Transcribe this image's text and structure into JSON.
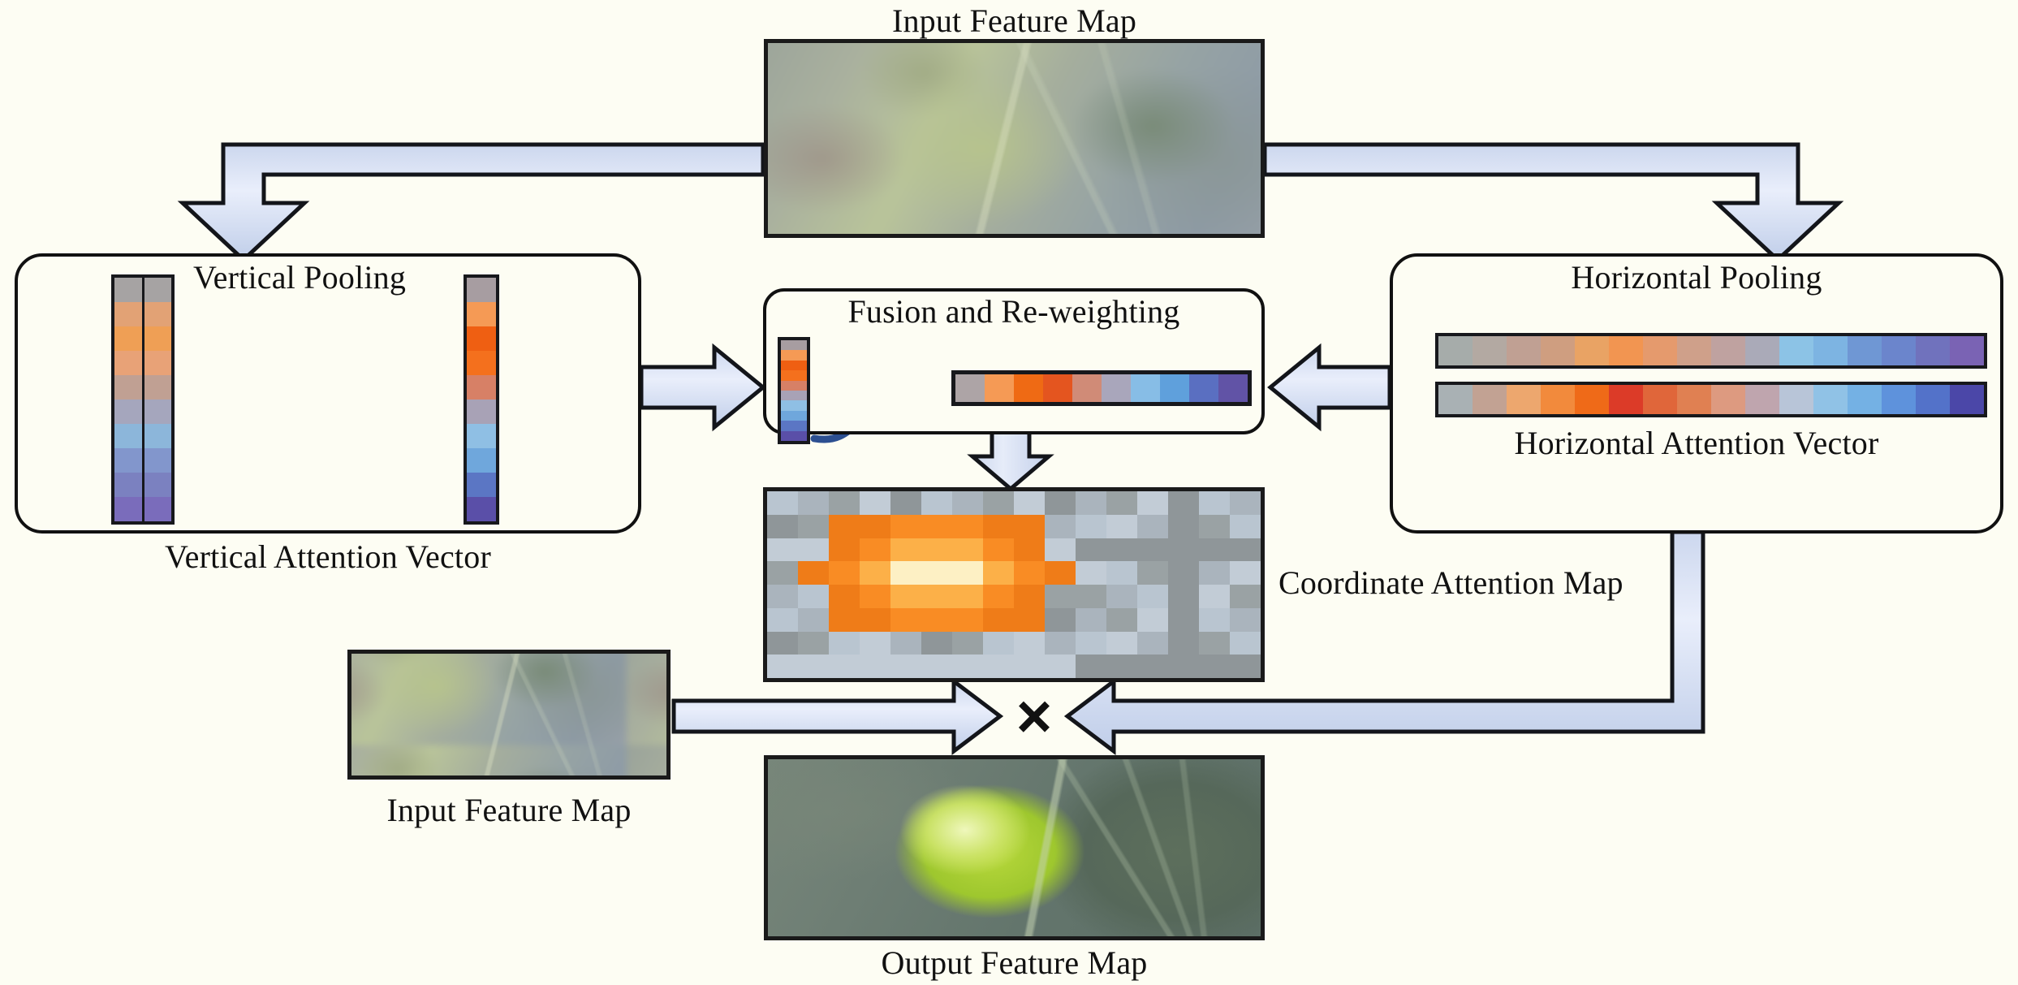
{
  "background_color": "#fdfdf3",
  "diagram": {
    "title_top": "Input Feature Map",
    "labels": {
      "input_feature_map_top": "Input Feature Map",
      "vertical_pooling": "Vertical Pooling",
      "vertical_attention_vector": "Vertical Attention Vector",
      "fusion_and_reweighting": "Fusion and Re-weighting",
      "horizontal_pooling": "Horizontal Pooling",
      "horizontal_attention_vector": "Horizontal Attention Vector",
      "coordinate_attention_map": "Coordinate Attention Map",
      "input_feature_map_bottom": "Input Feature Map",
      "output_feature_map": "Output Feature Map",
      "multiply_symbol": "×"
    },
    "colors": {
      "arrow_fill_light": "#dde5f5",
      "arrow_fill_dark": "#b9c6e2",
      "arrow_stroke": "#13151a",
      "panel_stroke": "#111111",
      "image_border": "#1a1a1a",
      "curve_top": "#6b3b3b",
      "curve_bottom": "#2c4f91",
      "sigmoid_fill": "#dcdcdc",
      "text": "#111111"
    },
    "vertical_attention_vector_colors": [
      "#a79da1",
      "#f59a55",
      "#ef5f12",
      "#f4701d",
      "#d78066",
      "#a8a2b6",
      "#8fbfe4",
      "#6fa7dc",
      "#5b76c4",
      "#5a4fa8"
    ],
    "pooling_input_strip_colors": [
      "#a6a3a3",
      "#e2a275",
      "#ef9f55",
      "#e8a277",
      "#c0a093",
      "#a5a6bd",
      "#8cb6da",
      "#8296cc",
      "#7b81c0",
      "#7a6cbb"
    ],
    "fusion_output_vector_colors": [
      "#ada4a6",
      "#f59a55",
      "#ef6a14",
      "#e4551f",
      "#d08b77",
      "#a9a6bb",
      "#87bde6",
      "#5fa0dc",
      "#5a6fc1",
      "#6153a6"
    ],
    "horizontal_pooling_bar_top_colors": [
      "#a6acaa",
      "#b3a9a2",
      "#c0a093",
      "#cf9e80",
      "#e9a364",
      "#f29551",
      "#e59a6d",
      "#cfa08a",
      "#bfa2a0",
      "#aaaab8",
      "#8cc3e6",
      "#7db4e2",
      "#6f97d4",
      "#6b85cc",
      "#7072bd",
      "#7a63b4"
    ],
    "horizontal_pooling_bar_bottom_colors": [
      "#a9b1b4",
      "#c2a293",
      "#eda76e",
      "#f28a3c",
      "#ef6a18",
      "#dc3b28",
      "#e0663a",
      "#e08052",
      "#dd9a80",
      "#bfa5ae",
      "#b8c5d8",
      "#90c2e6",
      "#74b1e4",
      "#5e92dc",
      "#5372c9",
      "#4b47a8"
    ],
    "coordinate_attention_map": {
      "rows": 8,
      "cols": 16,
      "hot_center_col": 5,
      "hot_center_row": 3,
      "base_colors": [
        "#b9c5d0",
        "#9aa2a4",
        "#8f9699",
        "#aab4bd",
        "#c2ccd6"
      ],
      "hot_colors": [
        "#fdf0c4",
        "#fcb048",
        "#f98c24",
        "#ef7c18"
      ]
    },
    "connectors": [
      {
        "name": "top-left-elbow",
        "from": "input_feature_map_top",
        "to": "vertical_pooling"
      },
      {
        "name": "top-right-elbow",
        "from": "input_feature_map_top",
        "to": "horizontal_pooling"
      },
      {
        "name": "vertical-to-fusion",
        "from": "vertical_pooling",
        "to": "fusion_and_reweighting"
      },
      {
        "name": "horizontal-to-fusion",
        "from": "horizontal_pooling",
        "to": "fusion_and_reweighting"
      },
      {
        "name": "fusion-to-attention-map",
        "from": "fusion_and_reweighting",
        "to": "coordinate_attention_map"
      },
      {
        "name": "input-to-multiply",
        "from": "input_feature_map_bottom",
        "to": "multiply_symbol"
      },
      {
        "name": "horizontal-pooling-to-multiply",
        "from": "horizontal_pooling",
        "to": "multiply_symbol"
      },
      {
        "name": "pooling-inner-arrow",
        "from": "pooling_input_strip",
        "to": "vertical_attention_vector"
      }
    ]
  }
}
